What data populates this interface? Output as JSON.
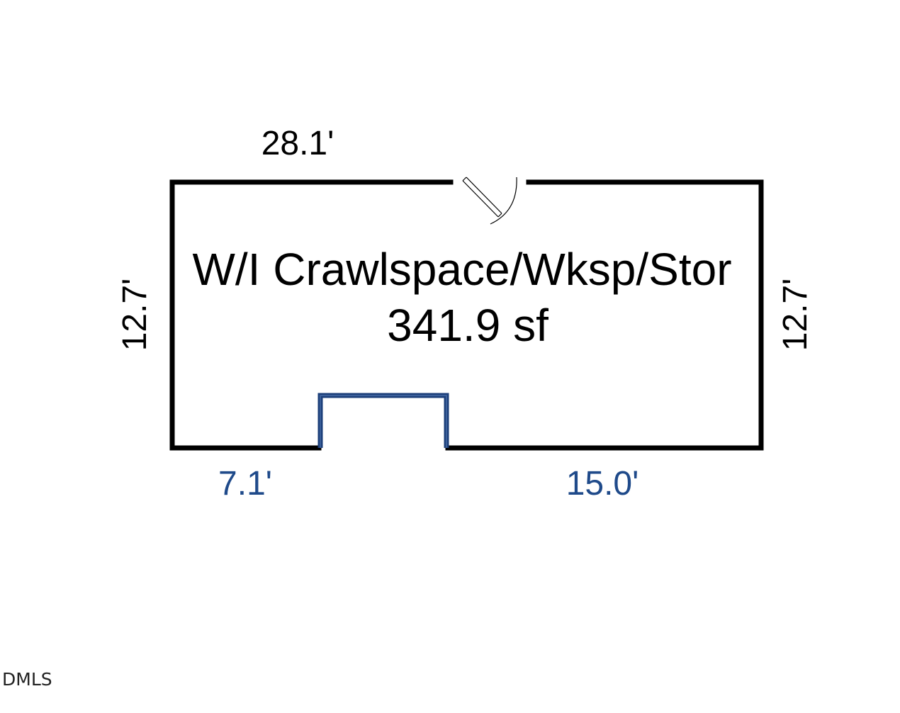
{
  "colors": {
    "wall": "#000000",
    "inset_wall": "#1c3f7a",
    "inset_wall_highlight": "#3b5f9a",
    "dimension_black": "#000000",
    "dimension_blue": "#1f4a8a"
  },
  "room": {
    "name": "W/I Crawlspace/Wksp/Stor",
    "area": "341.9 sf"
  },
  "dimensions": {
    "top": "28.1'",
    "left": "12.7'",
    "right": "12.7'",
    "bottom_left": "7.1'",
    "bottom_right": "15.0'"
  },
  "icons": {
    "door": "door-swing-icon"
  },
  "watermark": "DMLS"
}
